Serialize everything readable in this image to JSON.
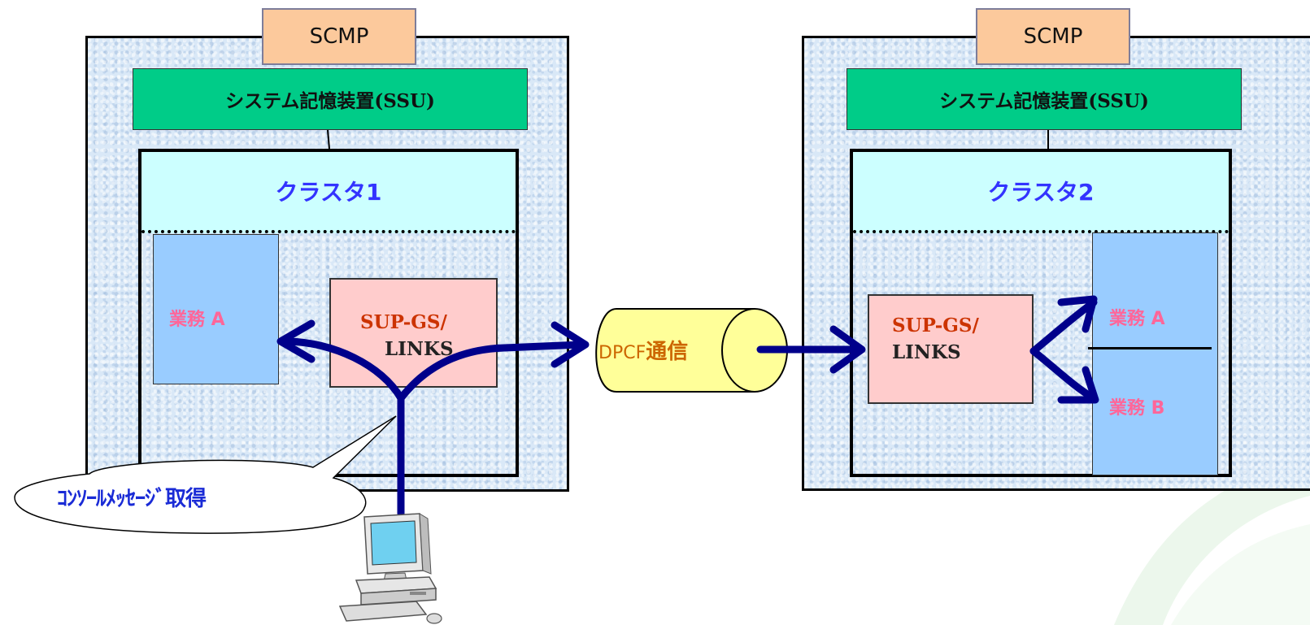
{
  "left_system": {
    "scmp_label": "SCMP",
    "ssu_label": "システム記憶装置(SSU)",
    "cluster_title": "クラスタ1",
    "task_a_label": "業務 A",
    "sup_line1": "SUP-GS/",
    "sup_line2": "LINKS"
  },
  "right_system": {
    "scmp_label": "SCMP",
    "ssu_label": "システム記憶装置(SSU)",
    "cluster_title": "クラスタ2",
    "task_a_label": "業務 A",
    "task_b_label": "業務 B",
    "sup_line1": "SUP-GS/",
    "sup_line2": "LINKS"
  },
  "dpcf": {
    "prefix": "DPCF",
    "suffix": "通信"
  },
  "callout": {
    "text": "ｺﾝｿｰﾙﾒｯｾｰｼﾞ取得"
  },
  "terminal_icon": "computer-terminal-icon",
  "colors": {
    "system_fill": "#d9e8f7",
    "scmp": "#fcc99c",
    "ssu": "#00cc88",
    "cluster_head": "#ccffff",
    "cluster_title": "#3333ff",
    "task": "#99ccff",
    "task_label": "#ff6699",
    "sup": "#ffcccc",
    "sup_text": "#cc3300",
    "arrow": "#00008b",
    "dpcf_fill": "#ffff99",
    "dpcf_text": "#cc6600",
    "callout_text": "#1a2bd6"
  }
}
